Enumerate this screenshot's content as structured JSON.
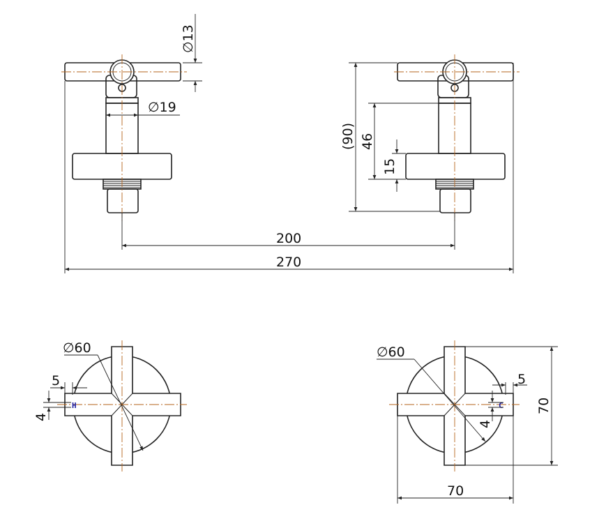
{
  "colors": {
    "line": "#222222",
    "centerline": "#b5651d",
    "hot_indicator": "#1a1aa0",
    "cold_indicator": "#1a1aa0"
  },
  "dimensions": {
    "stem_diameter_top": "∅13",
    "stem_diameter_body": "∅19",
    "projection_overall": "(90)",
    "projection_46": "46",
    "projection_15": "15",
    "centers": "200",
    "overall_width": "270",
    "left_flange_diameter": "∅60",
    "right_flange_diameter": "∅60",
    "left_indicator_inset": "5",
    "left_indicator_width": "4",
    "right_indicator_inset": "5",
    "right_indicator_width": "4",
    "handle_width": "70",
    "handle_height": "70"
  },
  "indicators": {
    "hot": "H",
    "cold": "C"
  }
}
